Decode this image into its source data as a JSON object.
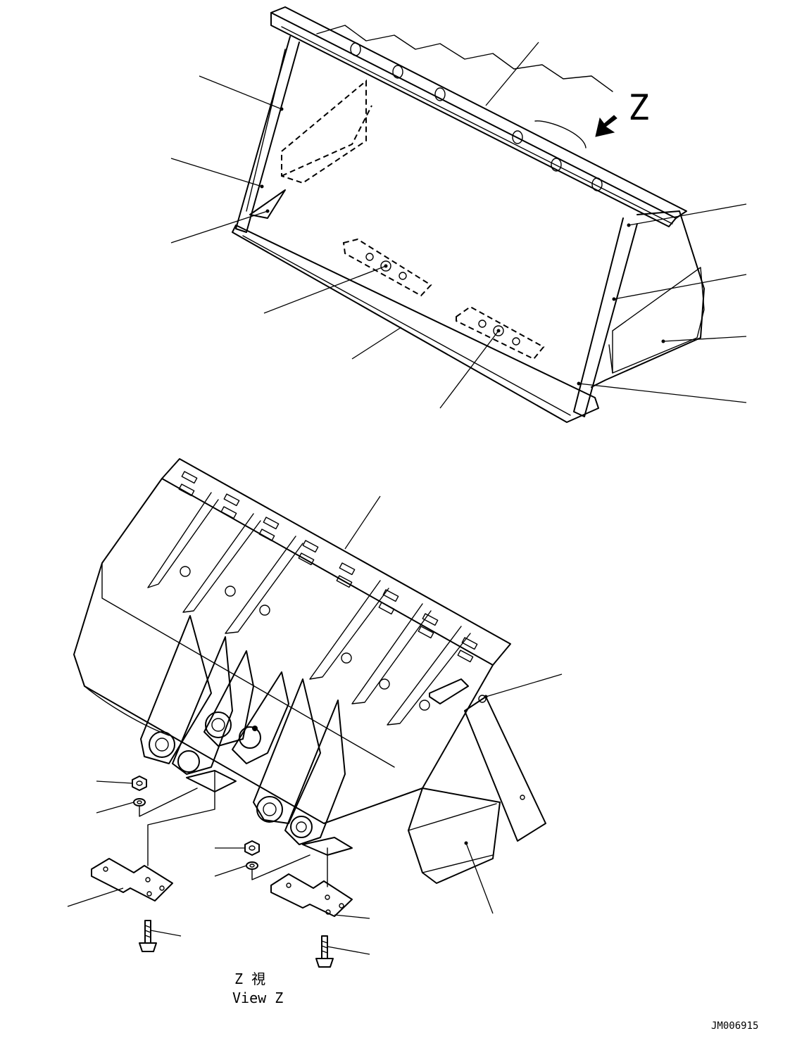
{
  "view_marker": {
    "letter": "Z",
    "arrow_icon": "view-direction-arrow-icon"
  },
  "view_caption": {
    "japanese": "Z 視",
    "english": "View Z"
  },
  "drawing_number": "JM006915",
  "colors": {
    "line": "#000000",
    "background": "#ffffff"
  }
}
